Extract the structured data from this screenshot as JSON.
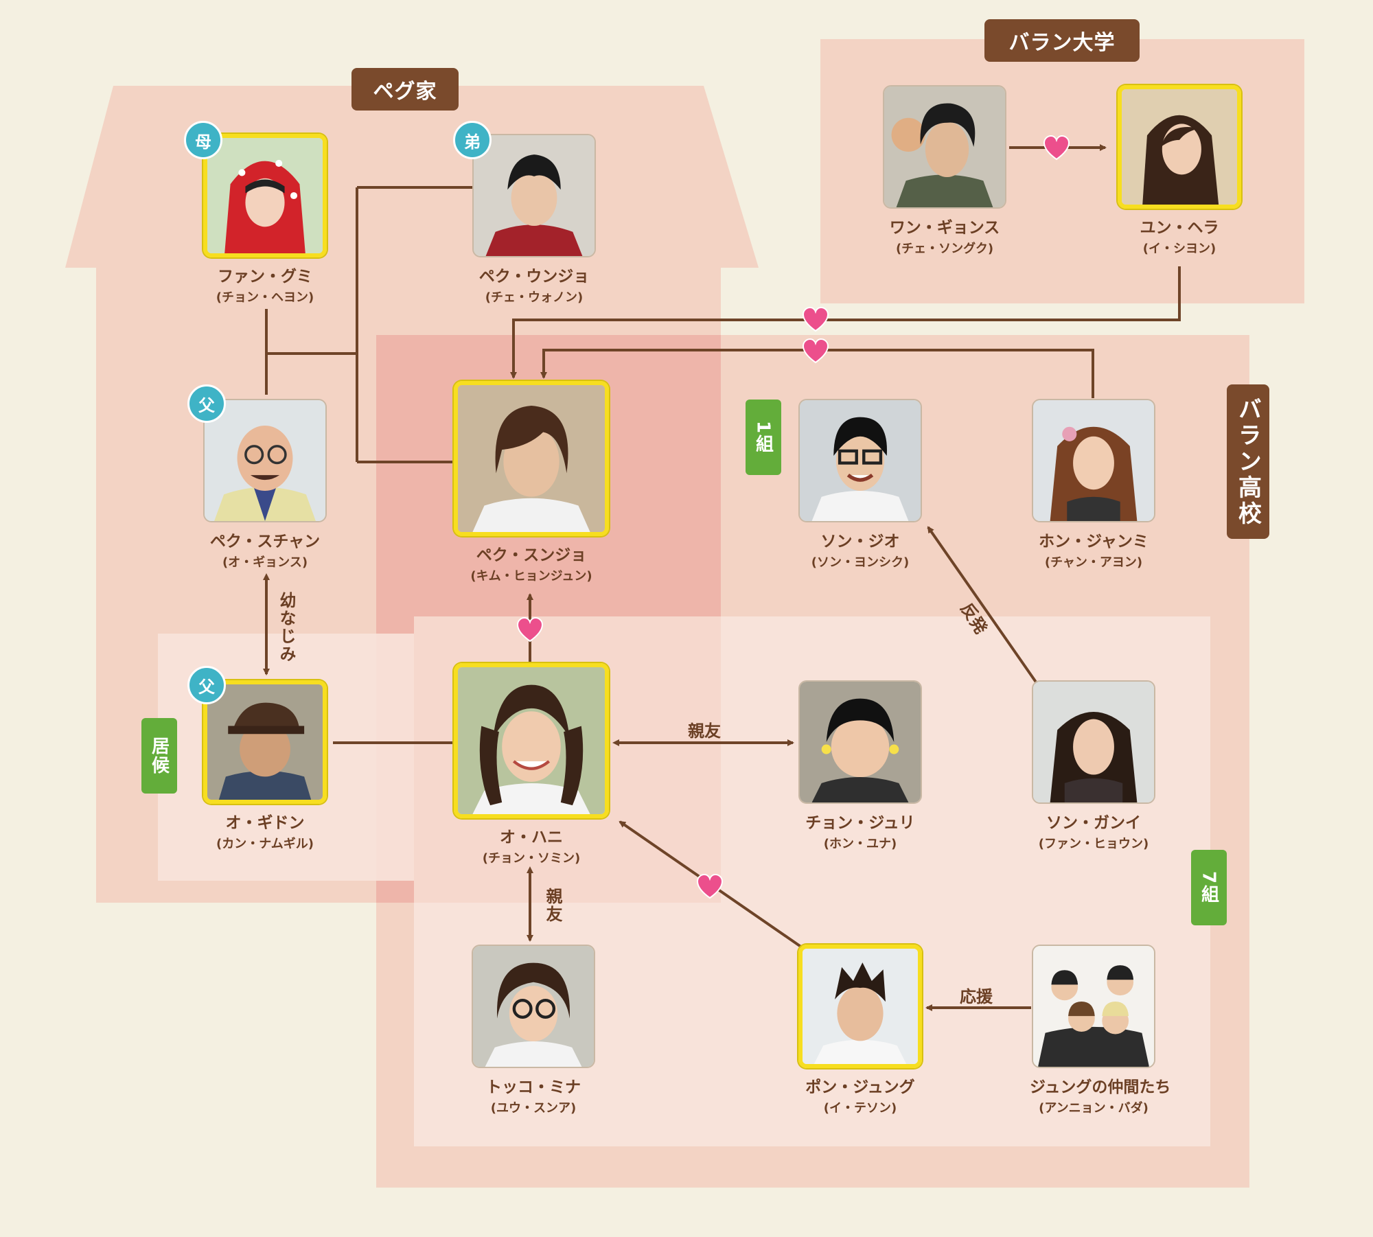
{
  "colors": {
    "background": "#f4f0e1",
    "zone_pink": "#f3d3c4",
    "zone_light": "#f8e6dd",
    "zone_strong": "#ee b1a7",
    "label_brown": "#7a4a2c",
    "group_green": "#63ad3a",
    "badge_teal": "#3fb3c6",
    "highlight_yellow": "#f7de20",
    "heart_pink": "#ec4f8c",
    "line_brown": "#6e4428"
  },
  "zones": {
    "family": "ペグ家",
    "university": "バラン大学",
    "highschool": "バラン高校",
    "class1": "1組",
    "class7": "7組",
    "lodger": "居候"
  },
  "relations": {
    "childhood_friends": "幼なじみ",
    "best_friend_1": "親友",
    "best_friend_2": "親友",
    "rebellion": "反発",
    "support": "応援"
  },
  "badges": {
    "mother": "母",
    "younger_brother": "弟",
    "father_1": "父",
    "father_2": "父"
  },
  "characters": {
    "hwang_gumi": {
      "name": "ファン・グミ",
      "actor": "(チョン・ヘヨン)"
    },
    "baek_eunjo": {
      "name": "ペク・ウンジョ",
      "actor": "(チェ・ウォノン)"
    },
    "wang_gyeongsu": {
      "name": "ワン・ギョンス",
      "actor": "(チェ・ソングク)"
    },
    "yun_hera": {
      "name": "ユン・ヘラ",
      "actor": "(イ・シヨン)"
    },
    "baek_suchang": {
      "name": "ペク・スチャン",
      "actor": "(オ・ギョンス)"
    },
    "baek_seungjo": {
      "name": "ペク・スンジョ",
      "actor": "(キム・ヒョンジュン)"
    },
    "song_jio": {
      "name": "ソン・ジオ",
      "actor": "(ソン・ヨンシク)"
    },
    "hong_jangmi": {
      "name": "ホン・ジャンミ",
      "actor": "(チャン・アヨン)"
    },
    "oh_gidong": {
      "name": "オ・ギドン",
      "actor": "(カン・ナムギル)"
    },
    "oh_hani": {
      "name": "オ・ハニ",
      "actor": "(チョン・ソミン)"
    },
    "jeong_juri": {
      "name": "チョン・ジュリ",
      "actor": "(ホン・ユナ)"
    },
    "song_ganyi": {
      "name": "ソン・ガンイ",
      "actor": "(ファン・ヒョウン)"
    },
    "dokgo_mina": {
      "name": "トッコ・ミナ",
      "actor": "(ユウ・スンア)"
    },
    "bong_joonggu": {
      "name": "ポン・ジュング",
      "actor": "(イ・テソン)"
    },
    "joonggu_friends": {
      "name": "ジュングの仲間たち",
      "actor": "(アンニョン・バダ)"
    }
  }
}
